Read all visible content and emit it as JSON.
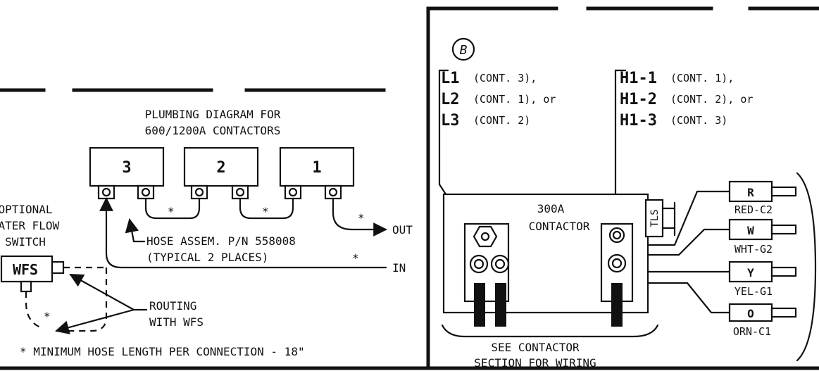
{
  "left_panel": {
    "title_line1": "PLUMBING DIAGRAM FOR",
    "title_line2": "600/1200A CONTACTORS",
    "contactors": [
      "3",
      "2",
      "1"
    ],
    "hose_stars": [
      "*",
      "*",
      "*",
      "*",
      "*"
    ],
    "out_label": "OUT",
    "in_label": "IN",
    "hose_line1": "HOSE ASSEM. P/N 558008",
    "hose_line2": "(TYPICAL 2 PLACES)",
    "wfs_label_line1": "OPTIONAL",
    "wfs_label_line2": "WATER FLOW",
    "wfs_label_line3": "SWITCH",
    "wfs_box": "WFS",
    "routing_line1": "ROUTING",
    "routing_line2": "WITH WFS",
    "footnote": "*  MINIMUM HOSE LENGTH PER CONNECTION - 18\""
  },
  "right_panel": {
    "circle_label": "B",
    "left_terminals": [
      {
        "code": "L1",
        "note": "(CONT. 3),"
      },
      {
        "code": "L2",
        "note": "(CONT. 1), or"
      },
      {
        "code": "L3",
        "note": "(CONT. 2)"
      }
    ],
    "right_terminals": [
      {
        "code": "H1-1",
        "note": "(CONT. 1),"
      },
      {
        "code": "H1-2",
        "note": "(CONT. 2), or"
      },
      {
        "code": "H1-3",
        "note": "(CONT. 3)"
      }
    ],
    "contactor_line1": "300A",
    "contactor_line2": "CONTACTOR",
    "tls_label": "TLS",
    "connectors": [
      {
        "letter": "R",
        "label": "RED-C2"
      },
      {
        "letter": "W",
        "label": "WHT-G2"
      },
      {
        "letter": "Y",
        "label": "YEL-G1"
      },
      {
        "letter": "O",
        "label": "ORN-C1"
      }
    ],
    "see_line1": "SEE CONTACTOR",
    "see_line2": "SECTION FOR WIRING"
  },
  "colors": {
    "ink": "#111111",
    "paper": "#ffffff"
  }
}
